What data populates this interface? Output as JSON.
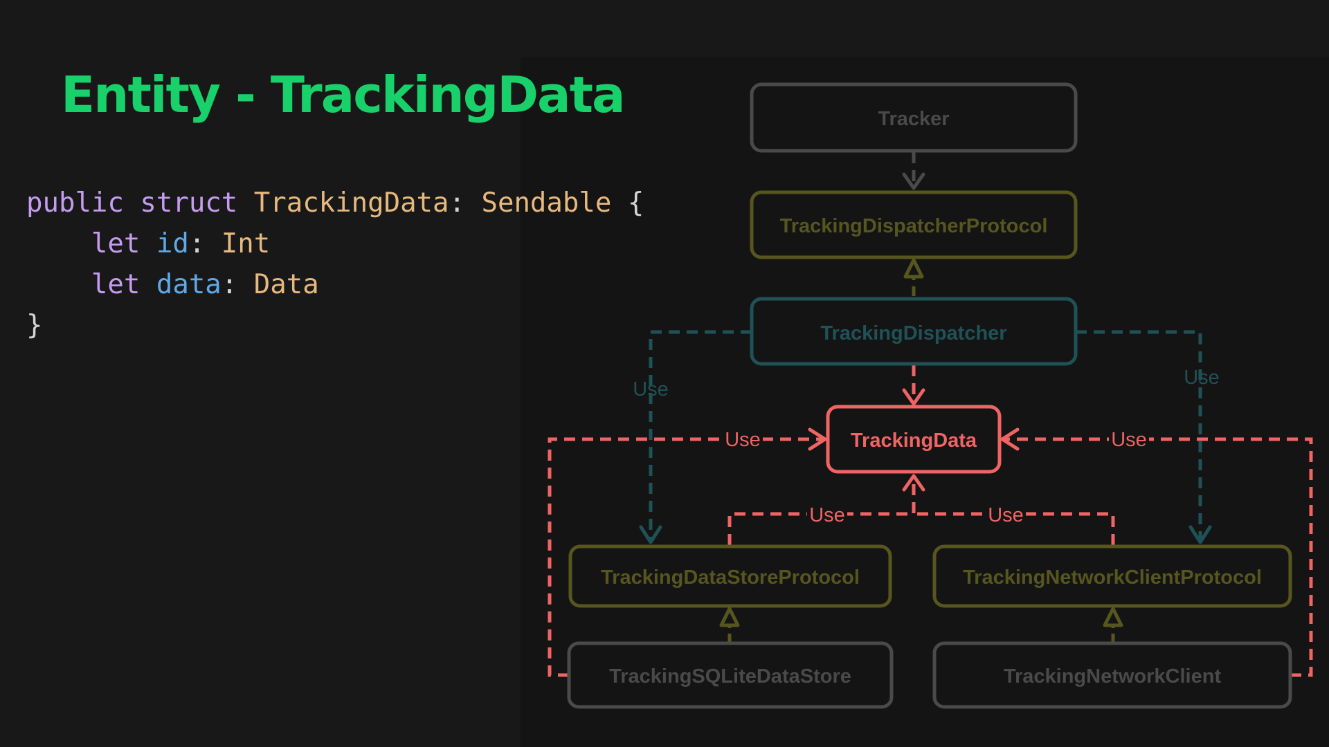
{
  "slide": {
    "title": "Entity - TrackingData"
  },
  "code": {
    "line1": {
      "kw_public": "public",
      "kw_struct": "struct",
      "type_name": "TrackingData",
      "colon": ":",
      "protocol": "Sendable",
      "brace_open": "{"
    },
    "line2": {
      "kw": "let",
      "name": "id",
      "colon": ":",
      "type": "Int"
    },
    "line3": {
      "kw": "let",
      "name": "data",
      "colon": ":",
      "type": "Data"
    },
    "line4": {
      "brace_close": "}"
    }
  },
  "diagram": {
    "nodes": {
      "tracker": "Tracker",
      "dispatcher_protocol": "TrackingDispatcherProtocol",
      "dispatcher": "TrackingDispatcher",
      "tracking_data": "TrackingData",
      "datastore_protocol": "TrackingDataStoreProtocol",
      "network_client_protocol": "TrackingNetworkClientProtocol",
      "sqlite_datastore": "TrackingSQLiteDataStore",
      "network_client": "TrackingNetworkClient"
    },
    "edge_labels": {
      "use_left_teal": "Use",
      "use_right_teal": "Use",
      "use_left_red": "Use",
      "use_right_red": "Use",
      "use_bottom_left": "Use",
      "use_bottom_right": "Use"
    },
    "colors": {
      "gray": "#4a4a4a",
      "olive": "#56561e",
      "teal": "#1f5257",
      "red": "#f06464"
    }
  }
}
